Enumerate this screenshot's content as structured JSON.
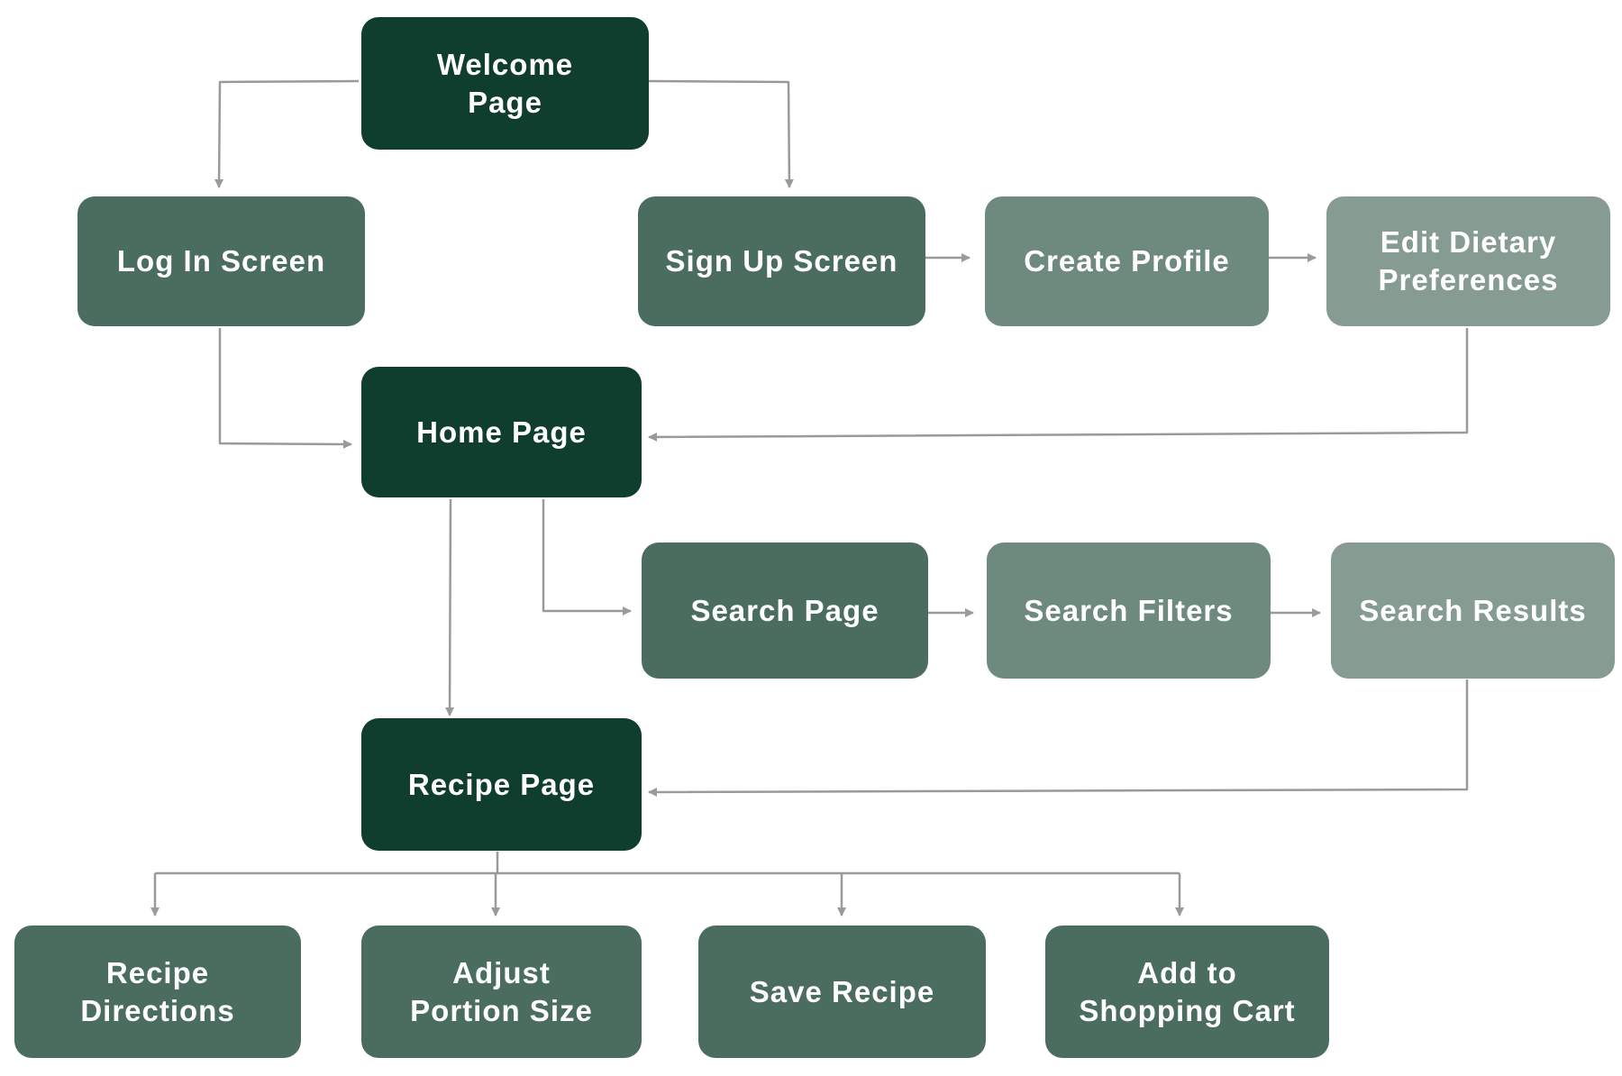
{
  "colors": {
    "dark": "#0f3d2e",
    "mid": "#4a6d60",
    "light": "#6e8a7e",
    "pale": "#869c92",
    "connector": "#9a9a9a",
    "text": "#ffffff"
  },
  "nodes": {
    "welcome": "Welcome\nPage",
    "login": "Log In Screen",
    "signup": "Sign Up Screen",
    "create_profile": "Create Profile",
    "edit_dietary": "Edit Dietary\nPreferences",
    "home": "Home Page",
    "search_page": "Search Page",
    "search_filters": "Search Filters",
    "search_results": "Search Results",
    "recipe": "Recipe Page",
    "recipe_directions": "Recipe\nDirections",
    "adjust_portion": "Adjust\nPortion Size",
    "save_recipe": "Save Recipe",
    "add_cart": "Add to\nShopping Cart"
  },
  "edges": [
    [
      "welcome",
      "login"
    ],
    [
      "welcome",
      "signup"
    ],
    [
      "signup",
      "create_profile"
    ],
    [
      "create_profile",
      "edit_dietary"
    ],
    [
      "login",
      "home"
    ],
    [
      "edit_dietary",
      "home"
    ],
    [
      "home",
      "search_page"
    ],
    [
      "search_page",
      "search_filters"
    ],
    [
      "search_filters",
      "search_results"
    ],
    [
      "home",
      "recipe"
    ],
    [
      "search_results",
      "recipe"
    ],
    [
      "recipe",
      "recipe_directions"
    ],
    [
      "recipe",
      "adjust_portion"
    ],
    [
      "recipe",
      "save_recipe"
    ],
    [
      "recipe",
      "add_cart"
    ]
  ]
}
